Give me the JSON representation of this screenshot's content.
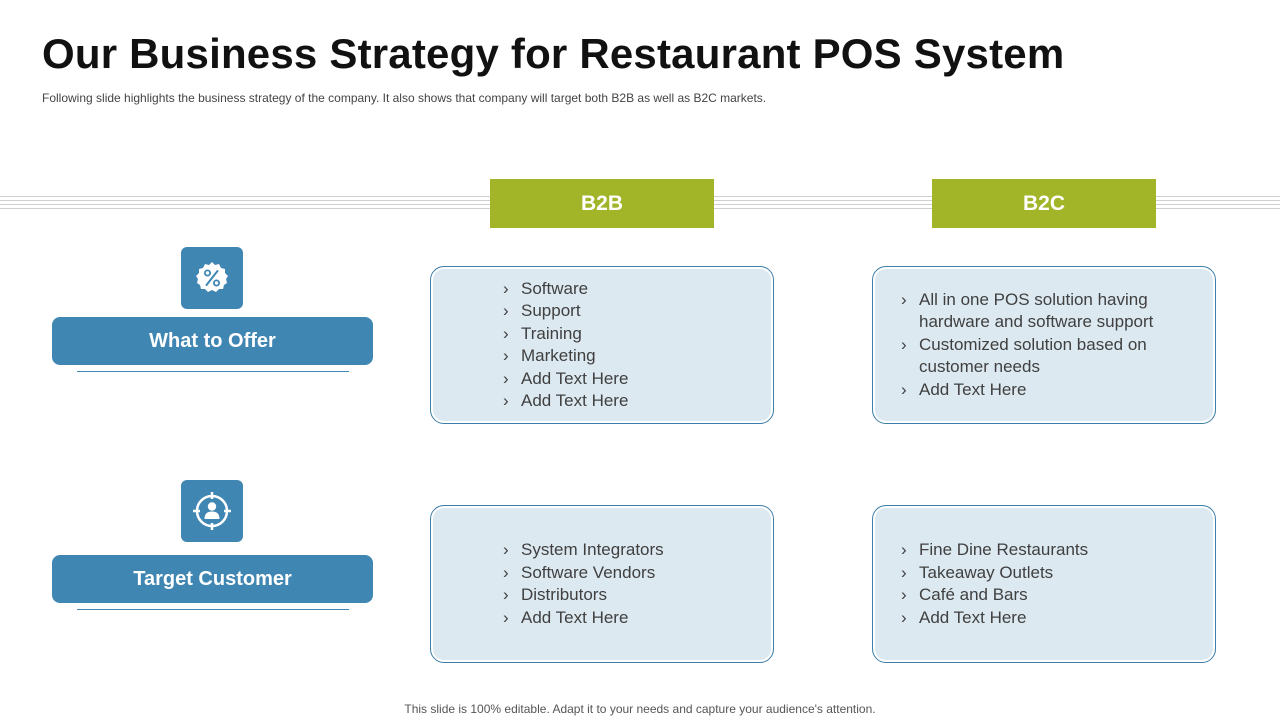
{
  "slide": {
    "title": "Our Business Strategy for Restaurant POS System",
    "subtitle": "Following slide highlights the business strategy of the company. It also shows that company will target both B2B as well as B2C markets.",
    "footer": "This slide is 100% editable. Adapt it to your needs and capture your audience's attention."
  },
  "columns": [
    {
      "label": "B2B"
    },
    {
      "label": "B2C"
    }
  ],
  "rows": [
    {
      "label": "What to Offer",
      "icon": "percent-icon",
      "b2b": [
        "Software",
        "Support",
        "Training",
        "Marketing",
        "Add Text Here",
        "Add Text Here"
      ],
      "b2c": [
        "All in one POS solution having hardware and software support",
        "Customized solution based on customer needs",
        "Add Text Here"
      ]
    },
    {
      "label": "Target Customer",
      "icon": "target-customer-icon",
      "b2b": [
        "System Integrators",
        "Software Vendors",
        "Distributors",
        "Add Text Here"
      ],
      "b2c": [
        "Fine Dine Restaurants",
        "Takeaway Outlets",
        "Café and Bars",
        "Add Text Here"
      ]
    }
  ],
  "colors": {
    "accent_blue": "#3f86b2",
    "accent_green": "#a2b428",
    "card_fill": "#dce9f1"
  }
}
